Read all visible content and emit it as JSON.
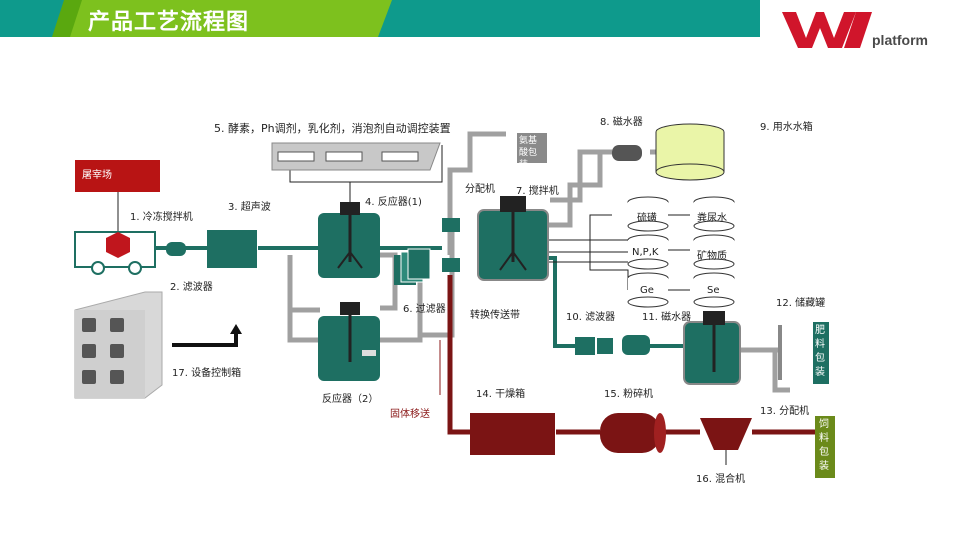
{
  "header": {
    "title": "产品工艺流程图",
    "logo_text": "platform"
  },
  "colors": {
    "banner_green": "#0e9a8c",
    "banner_lime": "#7dc11e",
    "logo_red": "#d0152b",
    "teal": "#1e6f62",
    "dark_red": "#7b1414"
  },
  "equipment": {
    "slaughter": "屠宰场",
    "freeze_mixer": "1. 冷冻搅拌机",
    "filter2": "2. 滤波器",
    "ultrasonic": "3. 超声波",
    "reactor1": "4. 反应器(1)",
    "control_unit": "5.  酵素，Ph调剂，乳化剂，消泡剂自动调控装置",
    "filter6": "6. 过滤器",
    "mixer7": "7.  搅拌机",
    "magnet8": "8. 磁水器",
    "water_tank": "9. 用水水箱",
    "filter10": "10. 滤波器",
    "magnet11": "11. 磁水器",
    "storage12": "12. 储藏罐",
    "distributor13": "13. 分配机",
    "dryer14": "14. 干燥箱",
    "crusher15": "15. 粉碎机",
    "blender16": "16. 混合机",
    "control_box17": "17. 设备控制箱",
    "reactor2": "反应器（2）",
    "distributor": "分配机",
    "conveyor": "转换传送带",
    "solid_transfer": "固体移送",
    "amino_pack": "氨基酸包装",
    "fertilizer_pack": "肥料包装",
    "feed_pack": "饲料包装"
  },
  "additives": {
    "sulfur": "硫磺",
    "manure": "粪尿水",
    "npk": "N,P,K",
    "mineral": "矿物质",
    "ge": "Ge",
    "se": "Se"
  }
}
